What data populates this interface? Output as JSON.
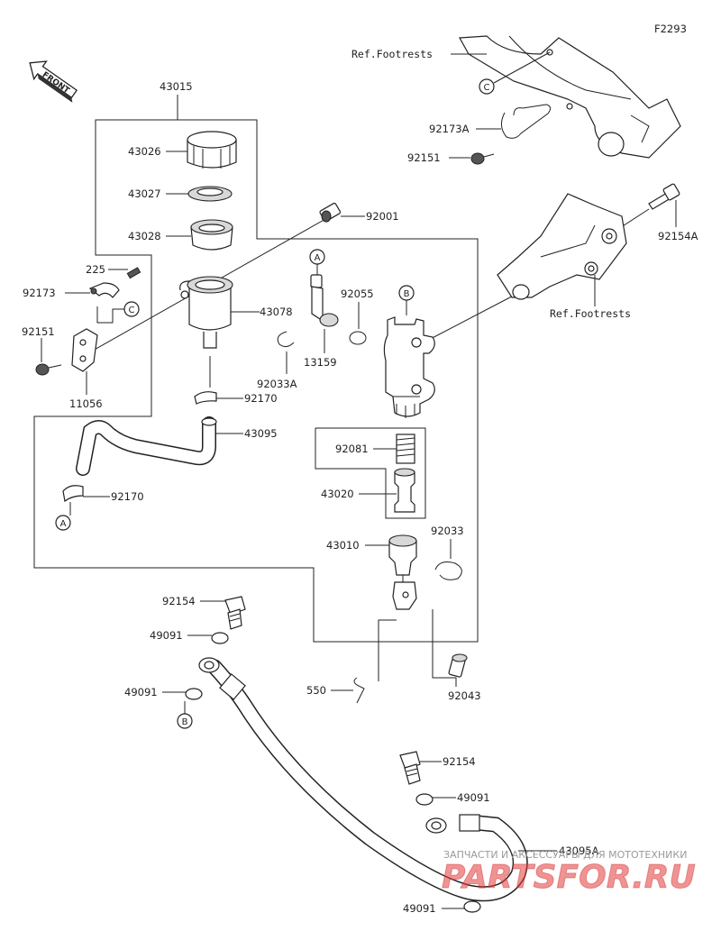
{
  "figure_code": "F2293",
  "front_label": "FRONT",
  "ref_footrests": "Ref.Footrests",
  "watermark": {
    "sub": "ЗАПЧАСТИ И АКСЕССУАРЫ ДЛЯ МОТОТЕХНИКИ",
    "brand": "PARTSFOR.RU",
    "brand_color": "#e23b3b"
  },
  "parts": {
    "p43015": "43015",
    "p43026": "43026",
    "p43027": "43027",
    "p43028": "43028",
    "p92001": "92001",
    "p225": "225",
    "p92173": "92173",
    "p92151_left": "92151",
    "p11056": "11056",
    "p43078": "43078",
    "p92055": "92055",
    "p13159": "13159",
    "p92033A": "92033A",
    "p92170_top": "92170",
    "p43095": "43095",
    "p92170_bottom": "92170",
    "p92081": "92081",
    "p43020": "43020",
    "p43010": "43010",
    "p92033": "92033",
    "p92154_top": "92154",
    "p49091_a": "49091",
    "p49091_b": "49091",
    "p550": "550",
    "p92043": "92043",
    "p92154_bottom": "92154",
    "p49091_c": "49091",
    "p43095A": "43095A",
    "p49091_d": "49091",
    "p92173A": "92173A",
    "p92151_right": "92151",
    "p92154A": "92154A"
  },
  "markers": {
    "a1": "A",
    "a2": "A",
    "b1": "B",
    "b2": "B",
    "c1": "C",
    "c2": "C"
  }
}
